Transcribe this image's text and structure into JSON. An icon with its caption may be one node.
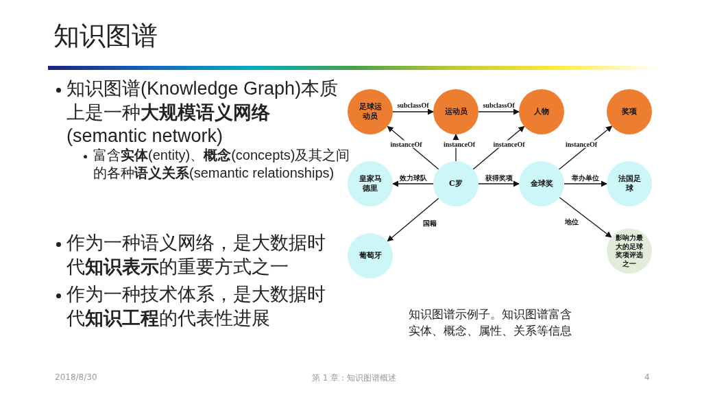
{
  "diagram": {
    "title": "知识图谱",
    "caption": "知识图谱示例子。知识图谱富含实体、概念、属性、关系等信息",
    "nodes": [
      {
        "text": [
          "足球运动员"
        ]
      },
      {
        "text": [
          "运动员"
        ]
      },
      {
        "text": [
          "人物"
        ]
      },
      {
        "text": [
          "奖项"
        ]
      },
      {
        "text": [
          "皇家马德里"
        ]
      },
      {
        "text": [
          "C罗"
        ]
      },
      {
        "text": [
          "金球奖"
        ]
      },
      {
        "text": [
          "法国足球"
        ]
      },
      {
        "text": [
          "葡萄牙"
        ]
      },
      {
        "text": [
          "影响力最大的足球奖项评选之一"
        ]
      }
    ],
    "edges": [
      {
        "from": 0,
        "to": 1,
        "arrow": "to",
        "label": "subclassOf"
      },
      {
        "from": 1,
        "to": 2,
        "arrow": "to",
        "label": "subclassOf"
      },
      {
        "from": 5,
        "to": 0,
        "arrow": "to",
        "label": "instanceOf"
      },
      {
        "from": 5,
        "to": 1,
        "arrow": "to",
        "label": "instanceOf"
      },
      {
        "from": 5,
        "to": 2,
        "arrow": "to",
        "label": "instanceOf"
      },
      {
        "from": 6,
        "to": 3,
        "arrow": "to",
        "label": "instanceOf"
      },
      {
        "from": 5,
        "to": 4,
        "arrow": "to",
        "label": "效力球队"
      },
      {
        "from": 5,
        "to": 6,
        "arrow": "to",
        "label": "获得奖项"
      },
      {
        "from": 6,
        "to": 7,
        "arrow": "to",
        "label": "举办单位"
      },
      {
        "from": 5,
        "to": 8,
        "arrow": "to",
        "label": "国籍"
      },
      {
        "from": 6,
        "to": 9,
        "arrow": "to",
        "label": "地位"
      }
    ],
    "labels": [
      "知识图谱(Knowledge Graph)本质上是一种**大规模语义网络**(semantic network)",
      "富含**实体**(entity)、**概念**(concepts)及其之间的各种**语义关系**(semantic relationships)",
      "作为一种语义网络，是大数据时代**知识表示**的重要方式之一",
      "作为一种技术体系，是大数据时代**知识工程**的代表性进展",
      "2018/8/30",
      "第 1 章：知识图谱概述",
      "4"
    ]
  }
}
